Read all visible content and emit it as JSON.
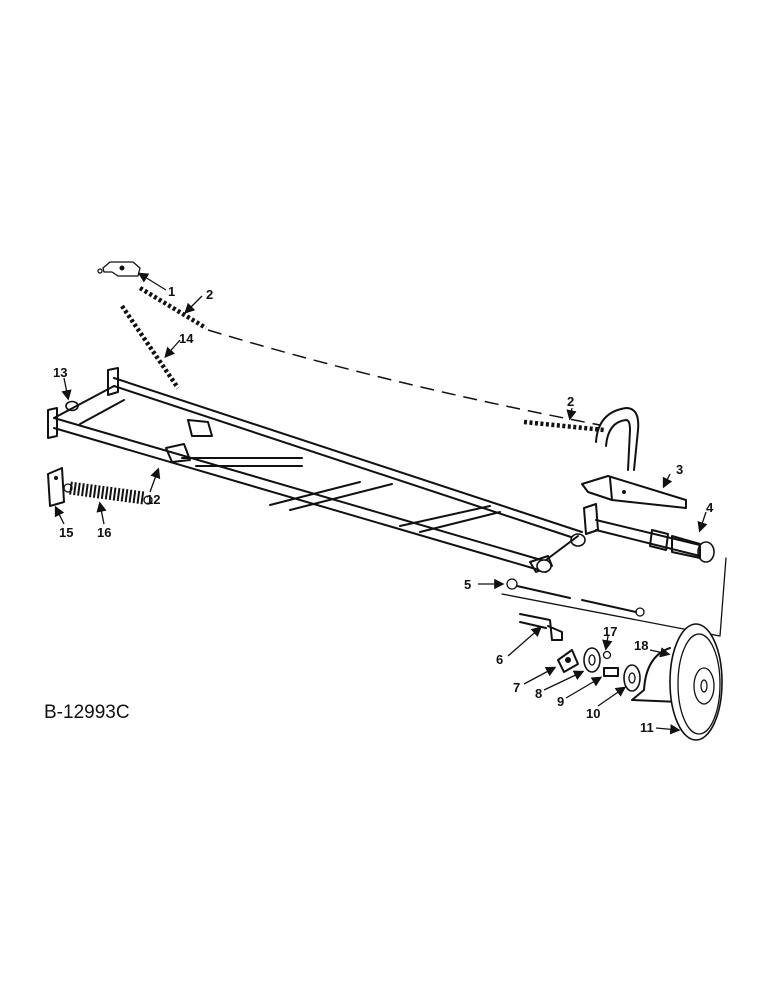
{
  "drawing_code": "B-12993C",
  "callouts": {
    "c1": "1",
    "c2a": "2",
    "c2b": "2",
    "c3": "3",
    "c4": "4",
    "c5": "5",
    "c6": "6",
    "c7": "7",
    "c8": "8",
    "c9": "9",
    "c10": "10",
    "c11": "11",
    "c12": "12",
    "c13": "13",
    "c14": "14",
    "c15": "15",
    "c16": "16",
    "c17": "17",
    "c18": "18"
  }
}
